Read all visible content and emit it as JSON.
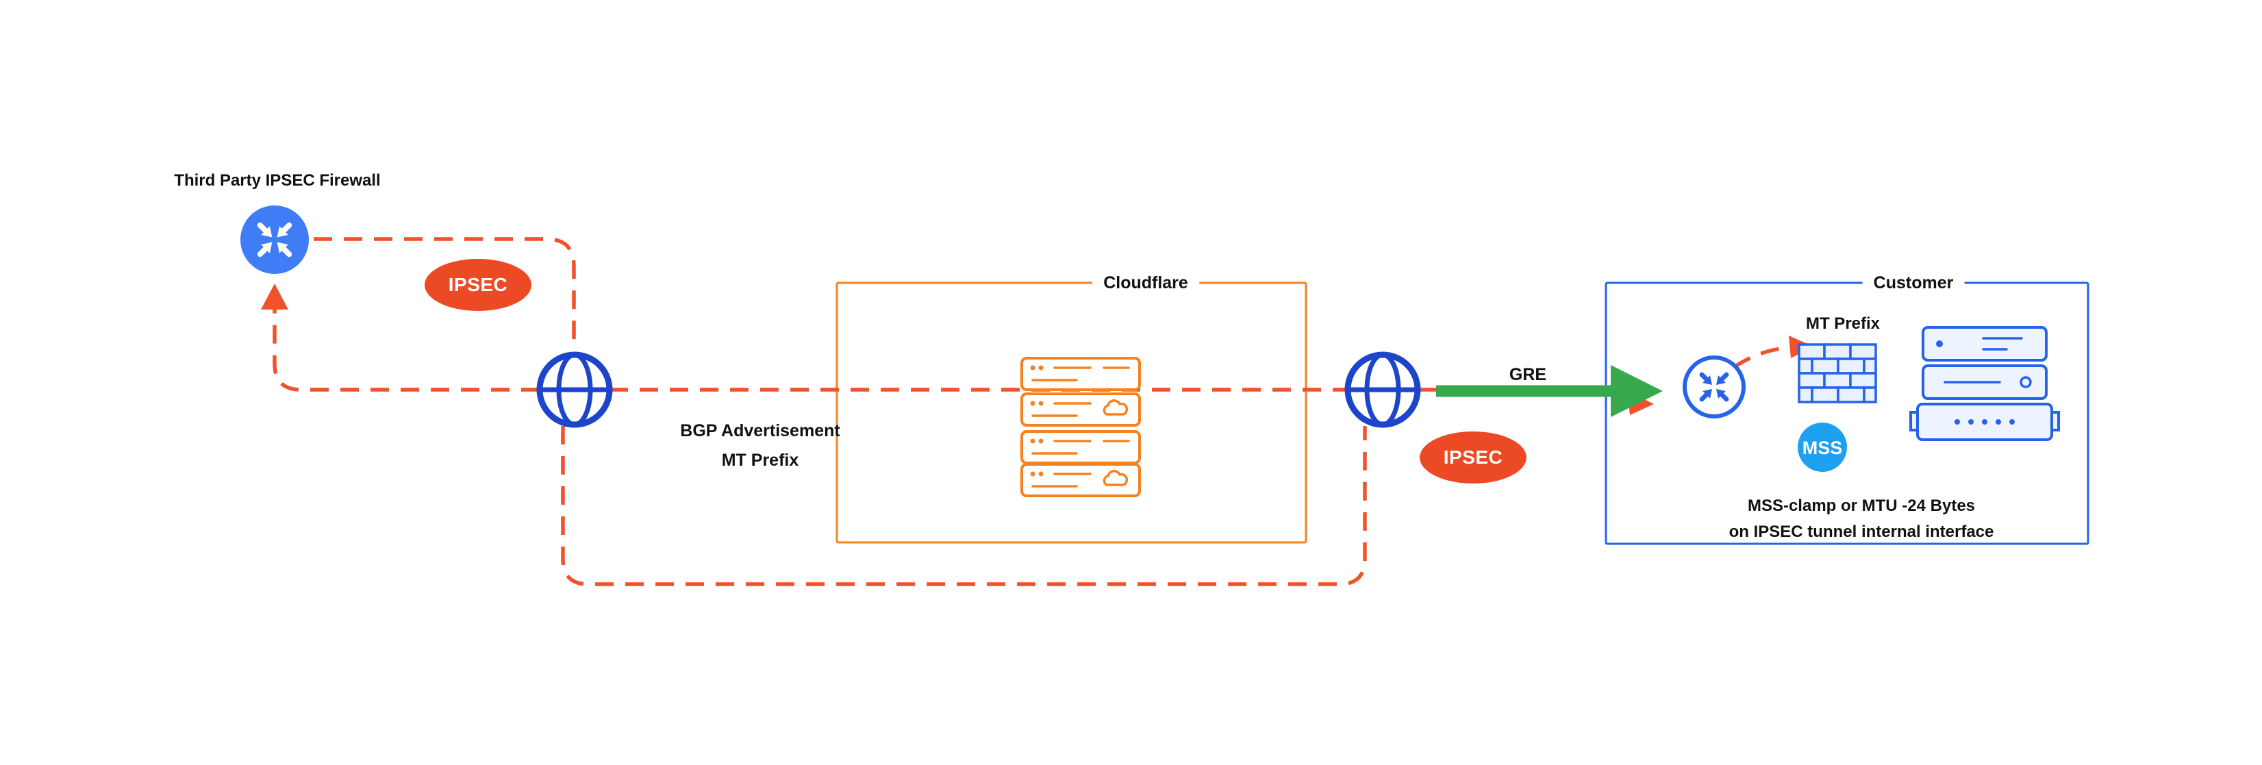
{
  "title": "Third Party IPSEC Firewall",
  "badges": {
    "ipsec_left": "IPSEC",
    "ipsec_right": "IPSEC",
    "mss": "MSS"
  },
  "labels": {
    "gre": "GRE",
    "bgp_line1": "BGP Advertisement",
    "bgp_line2": "MT Prefix",
    "mt_prefix": "MT Prefix",
    "note_line1": "MSS-clamp or MTU -24 Bytes",
    "note_line2": "on IPSEC tunnel internal interface"
  },
  "boxes": {
    "cloudflare": "Cloudflare",
    "customer": "Customer"
  },
  "colors": {
    "tunnel": "#F0522B",
    "badge": "#EC4A25",
    "orange": "#F6821F",
    "blue": "#2563EB",
    "globe": "#1C45CB",
    "router": "#3F7CF6",
    "green": "#37A94C",
    "mss": "#1EA0F0",
    "text": "#111111"
  },
  "icons": {
    "router": "circle-with-converging-arrows",
    "globe": "globe-with-meridians",
    "server_stack": "stacked-rack-rectangles",
    "cloud": "cloud-outline",
    "firewall": "brick-wall",
    "up_arrow": "triangle-up",
    "gre_arrow": "thick-right-arrow"
  }
}
